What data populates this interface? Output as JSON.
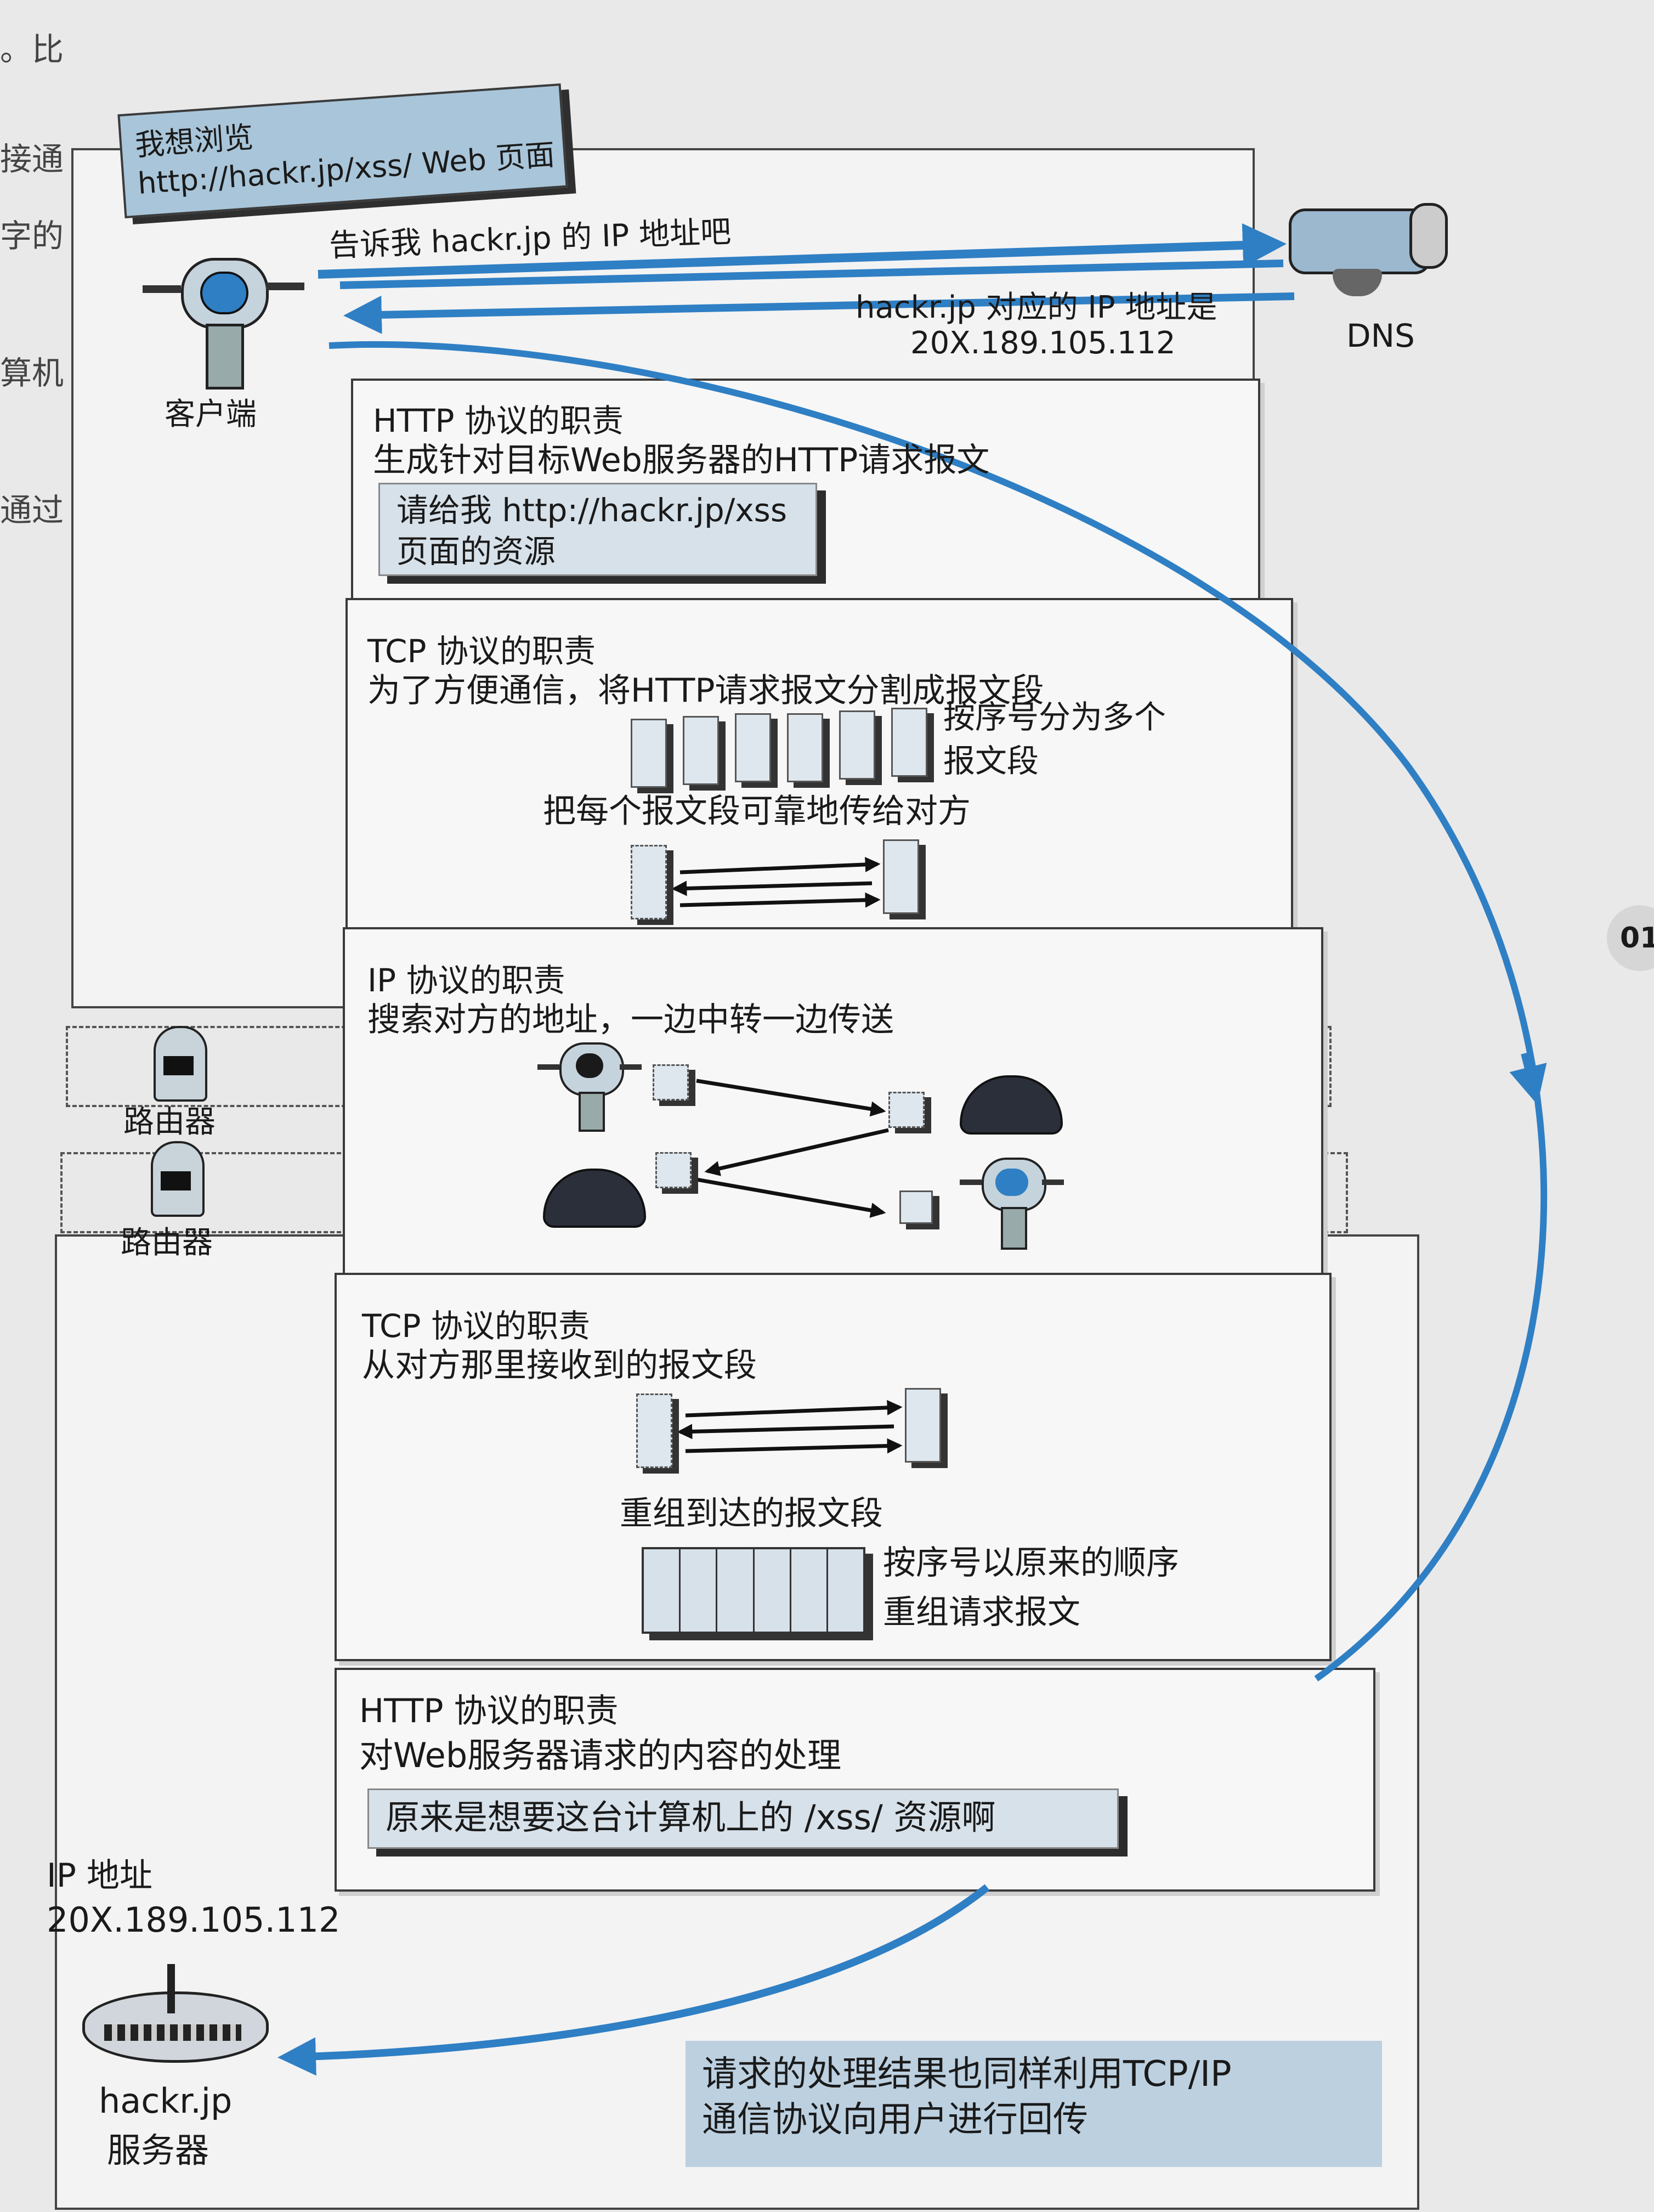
{
  "page_margin": {
    "side_chars": [
      "。比",
      "接通",
      "字的",
      "算机",
      "通过"
    ],
    "page_tab": "01"
  },
  "client": {
    "bubble_line1": "我想浏览",
    "bubble_line2": "http://hackr.jp/xss/ Web 页面",
    "label": "客户端"
  },
  "dns": {
    "label": "DNS",
    "request": "告诉我 hackr.jp 的 IP 地址吧",
    "response_line1": "hackr.jp 对应的 IP 地址是",
    "response_line2": "20X.189.105.112"
  },
  "http_client": {
    "title": "HTTP 协议的职责",
    "desc": "生成针对目标Web服务器的HTTP请求报文",
    "callout_line1": "请给我 http://hackr.jp/xss",
    "callout_line2": "页面的资源"
  },
  "tcp_client": {
    "title": "TCP 协议的职责",
    "desc": "为了方便通信，将HTTP请求报文分割成报文段",
    "note_line1": "按序号分为多个",
    "note_line2": "报文段",
    "reliable": "把每个报文段可靠地传给对方"
  },
  "ip_layer": {
    "title": "IP 协议的职责",
    "desc": "搜索对方的地址，一边中转一边传送"
  },
  "routers": {
    "router1": "路由器",
    "router2": "路由器"
  },
  "tcp_server": {
    "title": "TCP 协议的职责",
    "desc": "从对方那里接收到的报文段",
    "reassemble": "重组到达的报文段",
    "note_line1": "按序号以原来的顺序",
    "note_line2": "重组请求报文"
  },
  "http_server": {
    "title": "HTTP 协议的职责",
    "desc": "对Web服务器请求的内容的处理",
    "callout": "原来是想要这台计算机上的 /xss/ 资源啊"
  },
  "server": {
    "ip_label": "IP 地址",
    "ip_value": "20X.189.105.112",
    "name_line1": "hackr.jp",
    "name_line2": "服务器"
  },
  "footer": {
    "line1": "请求的处理结果也同样利用TCP/IP",
    "line2": "通信协议向用户进行回传"
  },
  "colors": {
    "arrow_blue": "#2f7fc4",
    "callout_fill": "#d7e1ea",
    "bubble_fill": "#a9c5d9",
    "footer_fill": "#bcd0e0"
  }
}
